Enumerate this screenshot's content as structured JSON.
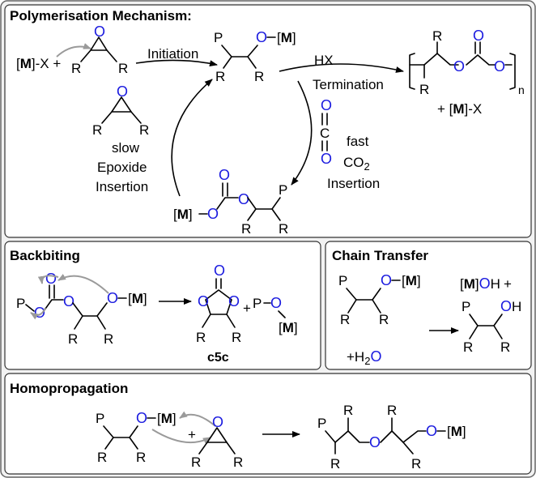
{
  "titles": {
    "mechanism": "Polymerisation Mechanism:",
    "backbiting": "Backbiting",
    "chain_transfer": "Chain Transfer",
    "homopropagation": "Homopropagation"
  },
  "atoms": {
    "oxygen": "O",
    "metal": "M",
    "r": "R",
    "p": "P",
    "carbon": "C",
    "h": "H"
  },
  "mechanism": {
    "initiator_prefix": "[",
    "initiator_suffix": "]-X +",
    "initiation": "Initiation",
    "hx": "HX",
    "termination": "Termination",
    "byproduct_prefix": "+ [",
    "byproduct_suffix": "]-X",
    "subscript_n": "n",
    "slow": "slow",
    "epoxide": "Epoxide",
    "insertion": "Insertion",
    "fast": "fast",
    "co2": "CO",
    "co2_sub": "2",
    "insertion2": "Insertion"
  },
  "backbiting": {
    "product": "c5c",
    "plus": "+"
  },
  "chain_transfer": {
    "water_plus": "+H",
    "water_sub": "2",
    "plus": "+"
  },
  "homopropagation": {
    "plus": "+"
  },
  "colors": {
    "oxygen": "#1a1adf",
    "grey_arrow": "#9a9a9a",
    "panel_bg": "#f2f2f2"
  }
}
